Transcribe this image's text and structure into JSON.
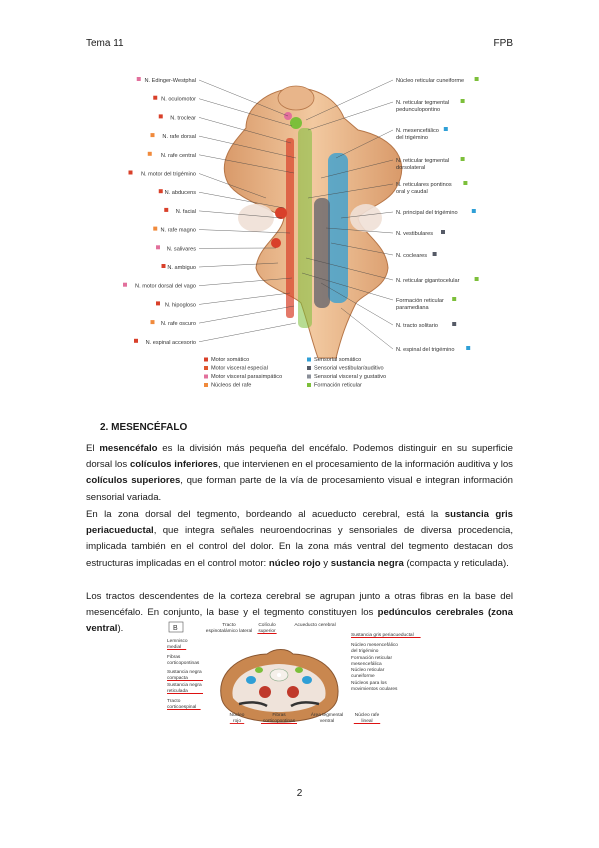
{
  "header": {
    "left": "Tema 11",
    "right": "FPB"
  },
  "figure1": {
    "left_labels": [
      {
        "text": "N. Edinger-Westphal",
        "color": "#e2709c"
      },
      {
        "text": "N. oculomotor",
        "color": "#d9402a"
      },
      {
        "text": "N. troclear",
        "color": "#d9402a"
      },
      {
        "text": "N. rafe dorsal",
        "color": "#f08a3c"
      },
      {
        "text": "N. rafe central",
        "color": "#f08a3c"
      },
      {
        "text": "N. motor del trigémino",
        "color": "#d9402a"
      },
      {
        "text": "N. abducens",
        "color": "#d9402a"
      },
      {
        "text": "N. facial",
        "color": "#d9402a"
      },
      {
        "text": "N. rafe magno",
        "color": "#f08a3c"
      },
      {
        "text": "N. salivares",
        "color": "#e2709c"
      },
      {
        "text": "N. ambiguo",
        "color": "#d9402a"
      },
      {
        "text": "N. motor dorsal del vago",
        "color": "#e2709c"
      },
      {
        "text": "N. hipogloso",
        "color": "#d9402a"
      },
      {
        "text": "N. rafe oscuro",
        "color": "#f08a3c"
      },
      {
        "text": "N. espinal accesorio",
        "color": "#d9402a"
      }
    ],
    "right_labels": [
      {
        "lines": [
          "Núcleo reticular cuneiforme"
        ],
        "color": "#7cbf3a"
      },
      {
        "lines": [
          "N. reticular tegmental",
          "pedunculopontino"
        ],
        "color": "#7cbf3a"
      },
      {
        "lines": [
          "N. mesencefálico",
          "del trigémino"
        ],
        "color": "#2f9fd6"
      },
      {
        "lines": [
          "N. reticular tegmental",
          "dorsolateral"
        ],
        "color": "#7cbf3a"
      },
      {
        "lines": [
          "N. reticulares pontinos",
          "oral y caudal"
        ],
        "color": "#7cbf3a"
      },
      {
        "lines": [
          "N. principal del trigémino"
        ],
        "color": "#2f9fd6"
      },
      {
        "lines": [
          "N. vestibulares"
        ],
        "color": "#555a66"
      },
      {
        "lines": [
          "N. cocleares"
        ],
        "color": "#555a66"
      },
      {
        "lines": [
          "N. reticular gigantocelular"
        ],
        "color": "#7cbf3a"
      },
      {
        "lines": [
          "Formación reticular",
          "paramediana"
        ],
        "color": "#7cbf3a"
      },
      {
        "lines": [
          "N. tracto solitario"
        ],
        "color": "#555a66"
      },
      {
        "lines": [
          "N. espinal del trigémino"
        ],
        "color": "#2f9fd6"
      }
    ],
    "legend": [
      {
        "text": "Motor somático",
        "color": "#d9402a"
      },
      {
        "text": "Motor visceral especial",
        "color": "#e0572f"
      },
      {
        "text": "Motor visceral parasimpático",
        "color": "#e2709c"
      },
      {
        "text": "Núcleos del rafe",
        "color": "#f08a3c"
      },
      {
        "text": "Sensorial somático",
        "color": "#2f9fd6"
      },
      {
        "text": "Sensorial vestibular/auditivo",
        "color": "#555a66"
      },
      {
        "text": "Sensorial visceral y gustativo",
        "color": "#8a8f99"
      },
      {
        "text": "Formación reticular",
        "color": "#7cbf3a"
      }
    ]
  },
  "section_title": "2.   MESENCÉFALO",
  "paragraph1": {
    "t1": "El ",
    "b1": "mesencéfalo",
    "t2": " es la división más pequeña del encéfalo. Podemos distinguir en su superficie dorsal los ",
    "b2": "colículos inferiores",
    "t3": ", que intervienen en el procesamiento de la información auditiva y los ",
    "b3": "colículos superiores",
    "t4": ", que forman parte de la vía de procesamiento visual e integran información sensorial variada."
  },
  "paragraph2": {
    "t1": "En la zona dorsal del tegmento, bordeando al acueducto cerebral, está la ",
    "b1": "sustancia gris periacueductal",
    "t2": ", que integra señales neuroendocrinas y sensoriales de diversa procedencia, implicada también en el control del dolor. En la zona más ventral del tegmento destacan dos estructuras implicadas en el control motor: ",
    "b2": "núcleo rojo",
    "t3": " y ",
    "b3": "sustancia negra",
    "t4": " (compacta y reticulada)."
  },
  "paragraph3": {
    "t1": "Los tractos descendentes de la corteza cerebral se agrupan junto a otras fibras en la base del mesencéfalo. En conjunto, la base y el tegmento constituyen los ",
    "b1": "pedúnculos cerebrales (zona ventral",
    "t2": ")."
  },
  "figure2": {
    "panel_letter": "B",
    "top_labels": [
      [
        "Tracto",
        "espinotalámico lateral"
      ],
      [
        "Colículo",
        "superior"
      ],
      [
        "Acueducto cerebral"
      ]
    ],
    "left_labels": [
      [
        "Lemnisco",
        "medial"
      ],
      [
        "Fibras",
        "corticopontinas"
      ],
      [
        "Sustancia negra",
        "compacta"
      ],
      [
        "Sustancia negra",
        "reticulada"
      ],
      [
        "Tracto",
        "corticoespinal"
      ]
    ],
    "right_labels": [
      [
        "Sustancia gris periacueductal"
      ],
      [
        "Núcleo mesencefálico",
        "del trigémino"
      ],
      [
        "Formación reticular",
        "mesencefálica"
      ],
      [
        "Núcleo reticular",
        "cuneiforme"
      ],
      [
        "Núcleos para los",
        "movimientos oculares"
      ]
    ],
    "bottom_labels": [
      [
        "Núcleo",
        "rojo"
      ],
      [
        "Fibras",
        "corticopontinas"
      ],
      [
        "Área tegmental",
        "ventral"
      ],
      [
        "Núcleo rafe",
        "lineal"
      ]
    ]
  },
  "page_number": "2"
}
